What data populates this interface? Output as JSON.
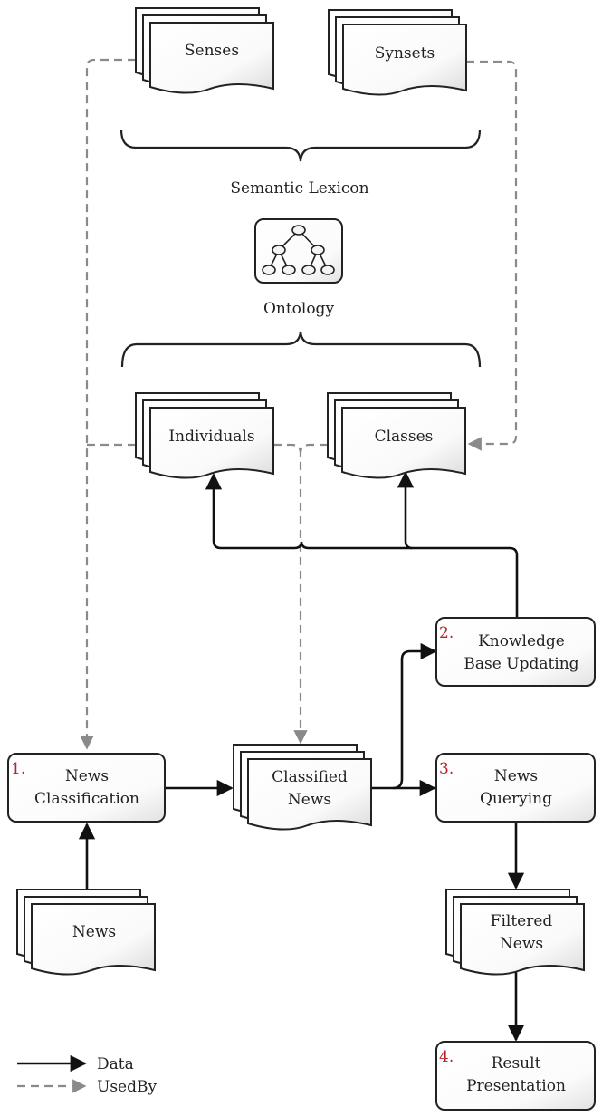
{
  "colors": {
    "data_arrow": "#111111",
    "usedby_arrow": "#8a8a8a",
    "step_number": "#b5252b",
    "box_border": "#222222"
  },
  "documents": {
    "senses": "Senses",
    "synsets": "Synsets",
    "individuals": "Individuals",
    "classes": "Classes",
    "classified_news_line1": "Classified",
    "classified_news_line2": "News",
    "news": "News",
    "filtered_news_line1": "Filtered",
    "filtered_news_line2": "News"
  },
  "groups": {
    "semantic_lexicon": "Semantic Lexicon",
    "ontology": "Ontology"
  },
  "processes": {
    "news_classification": {
      "number": "1.",
      "line1": "News",
      "line2": "Classification"
    },
    "knowledge_base_updating": {
      "number": "2.",
      "line1": "Knowledge",
      "line2": "Base Updating"
    },
    "news_querying": {
      "number": "3.",
      "line1": "News",
      "line2": "Querying"
    },
    "result_presentation": {
      "number": "4.",
      "line1": "Result",
      "line2": "Presentation"
    }
  },
  "legend": {
    "data": "Data",
    "usedby": "UsedBy"
  },
  "icons": {
    "ontology": "tree-hierarchy-icon"
  }
}
